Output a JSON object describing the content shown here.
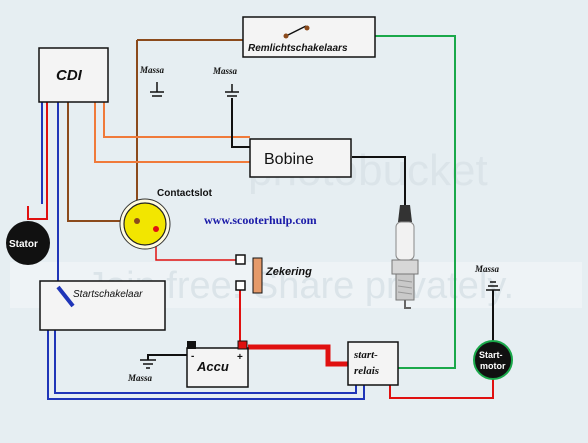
{
  "components": {
    "cdi": "CDI",
    "remlicht": "Remlichtschakelaars",
    "bobine": "Bobine",
    "contactslot": "Contactslot",
    "stator": "Stator",
    "zekering": "Zekering",
    "startschakelaar": "Startschakelaar",
    "accu": "Accu",
    "start_relais_1": "start-",
    "start_relais_2": "relais",
    "start_motor_1": "Start-",
    "start_motor_2": "motor"
  },
  "massa_labels": [
    "Massa",
    "Massa",
    "Massa",
    "Massa"
  ],
  "website": "www.scooterhulp.com",
  "watermark": {
    "brand": "photobucket",
    "slogan": "Join free. Share privately."
  },
  "polarity": {
    "minus": "-",
    "plus": "+"
  },
  "colors": {
    "background": "#e6eef2",
    "brown_wire": "#8b4a1c",
    "orange_wire": "#f07a3a",
    "blue_wire": "#1f35b8",
    "red_wire": "#e01010",
    "green_wire": "#1aa84a",
    "black_wire": "#111111",
    "contactslot_yellow": "#f2e600",
    "website_text": "#1a1aa8"
  }
}
